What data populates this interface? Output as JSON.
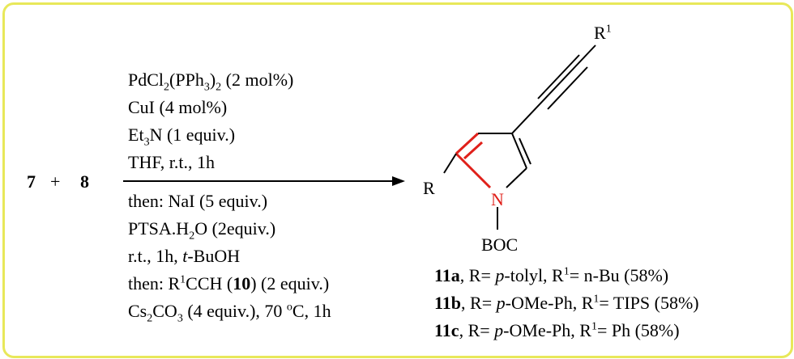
{
  "reactants": {
    "a": "7",
    "plus": "+",
    "b": "8"
  },
  "conditions_above": [
    {
      "pre": "PdCl",
      "sub1": "2",
      "mid": "(PPh",
      "sub2": "3",
      "post": ")",
      "sub3": "2",
      "tail": " (2 mol%)"
    },
    {
      "text": "CuI (4 mol%)"
    },
    {
      "pre": "Et",
      "sub1": "3",
      "post": "N (1 equiv.)"
    },
    {
      "text": "THF, r.t., 1h"
    }
  ],
  "conditions_below": [
    {
      "text": "then: NaI (5 equiv.)"
    },
    {
      "pre": "PTSA.H",
      "sub1": "2",
      "post": "O (2equiv.)"
    },
    {
      "pre": "r.t., 1h, ",
      "ital": "t",
      "post": "-BuOH"
    },
    {
      "pre": "then: R",
      "sup1": "1",
      "mid": "CCH (",
      "bold": "10",
      "post": ") (2 equiv.)"
    },
    {
      "pre": "Cs",
      "sub1": "2",
      "mid": "CO",
      "sub2": "3",
      "post": " (4 equiv.), 70 ",
      "sup1": "o",
      "tail": "C, 1h"
    }
  ],
  "product": {
    "r_label": "R",
    "n_label": "N",
    "protecting_group": "BOC",
    "alkyne_sub": "R",
    "alkyne_sub_sup": "1"
  },
  "results": [
    {
      "id": "11a",
      "r_pre": ", R= ",
      "r_ital": "p",
      "r_post": "-tolyl, R",
      "sup": "1",
      "tail": "= n-Bu (58%)"
    },
    {
      "id": "11b",
      "r_pre": ", R= ",
      "r_ital": "p",
      "r_post": "-OMe-Ph, R",
      "sup": "1",
      "tail": "= TIPS (58%)"
    },
    {
      "id": "11c",
      "r_pre": ", R= ",
      "r_ital": "p",
      "r_post": "-OMe-Ph, R",
      "sup": "1",
      "tail": "= Ph (58%)"
    }
  ],
  "colors": {
    "border": "#e8e85a",
    "ring_highlight": "#e0201a",
    "ink": "#000000"
  }
}
